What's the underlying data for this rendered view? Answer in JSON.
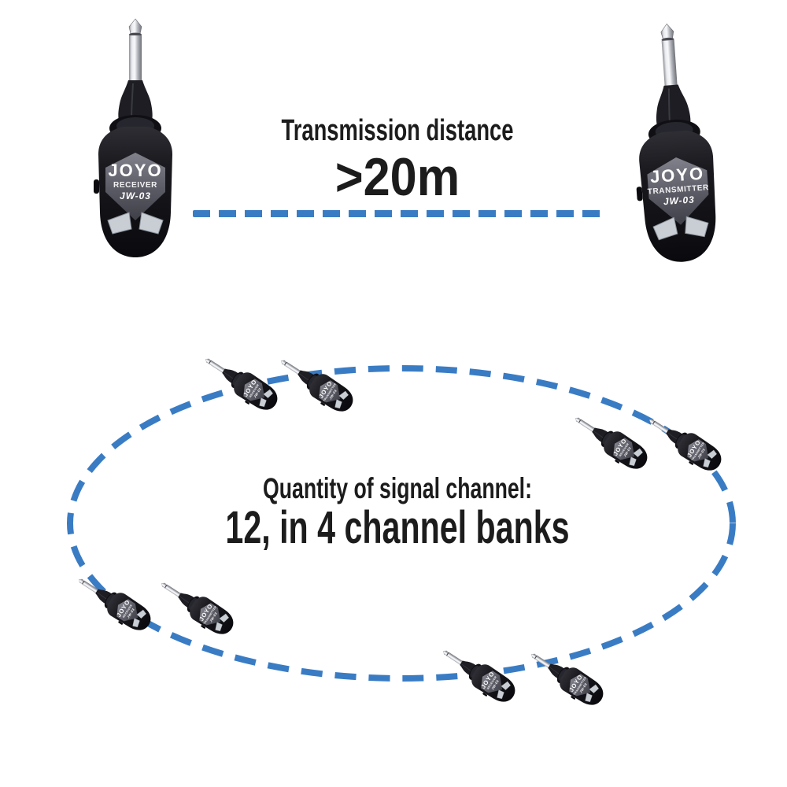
{
  "header": {
    "title": "Transmission distance",
    "distance_value": ">20m"
  },
  "channel_info": {
    "title": "Quantity of signal channel:",
    "value": "12, in 4 channel banks"
  },
  "device": {
    "brand": "JOYO",
    "receiver_label": "RECEIVER",
    "transmitter_label": "TRANSMITTER",
    "model": "JW-03"
  },
  "colors": {
    "dash_blue": "#3a7cc4",
    "text": "#1c1c1c"
  }
}
